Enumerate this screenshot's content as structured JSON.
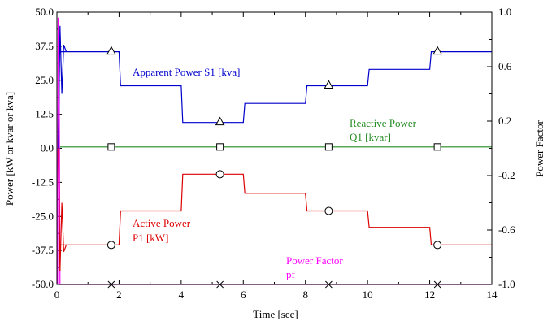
{
  "chart_data": {
    "type": "line",
    "xlabel": "Time [sec]",
    "ylabel_left": "Power [kW or kvar or kva]",
    "ylabel_right": "Power Factor",
    "xlim": [
      0,
      14
    ],
    "ylim_left": [
      -50,
      50
    ],
    "ylim_right": [
      -1,
      1
    ],
    "x_ticks": [
      "0",
      "2",
      "4",
      "6",
      "8",
      "10",
      "12",
      "14"
    ],
    "y_ticks_left": [
      "50.0",
      "37.5",
      "25.0",
      "12.5",
      "0.0",
      "-12.5",
      "-25.0",
      "-37.5",
      "-50.0"
    ],
    "y_ticks_right": [
      "1.0",
      "0.6",
      "0.2",
      "-0.2",
      "-0.6",
      "-1.0"
    ],
    "series": [
      {
        "name": "Apparent Power S1 [kva]",
        "axis": "left",
        "color": "#0000cc",
        "marker": "triangle",
        "x": [
          0.1,
          2,
          2.05,
          4,
          4.05,
          6,
          6.05,
          8,
          8.05,
          10,
          10.05,
          12,
          12.05,
          14
        ],
        "y": [
          35.5,
          35.5,
          23,
          23,
          9.5,
          9.5,
          16.5,
          16.5,
          23,
          23,
          29,
          29,
          35.5,
          35.5
        ],
        "marker_x": [
          1.75,
          5.25,
          8.75,
          12.25
        ]
      },
      {
        "name": "Reactive Power Q1 [kvar]",
        "axis": "left",
        "color": "#228b22",
        "marker": "square",
        "x": [
          0.1,
          14
        ],
        "y": [
          0.5,
          0.5
        ],
        "marker_x": [
          1.75,
          5.25,
          8.75,
          12.25
        ]
      },
      {
        "name": "Active Power P1 [kW]",
        "axis": "left",
        "color": "#dd0000",
        "marker": "circle",
        "x": [
          0.1,
          2,
          2.05,
          4,
          4.05,
          6,
          6.05,
          8,
          8.05,
          10,
          10.05,
          12,
          12.05,
          14
        ],
        "y": [
          -35.5,
          -35.5,
          -23,
          -23,
          -9.5,
          -9.5,
          -16.5,
          -16.5,
          -23,
          -23,
          -29,
          -29,
          -35.5,
          -35.5
        ],
        "marker_x": [
          1.75,
          5.25,
          8.75,
          12.25
        ]
      },
      {
        "name": "Power Factor pf",
        "axis": "right",
        "color": "#ff00ff",
        "marker": "x",
        "x": [
          0.05,
          14
        ],
        "y": [
          -1.0,
          -1.0
        ],
        "marker_x": [
          1.75,
          5.25,
          8.75,
          12.25
        ]
      }
    ],
    "annotations": [
      {
        "text": "Apparent Power  S1 [kva]",
        "color": "#0000cc"
      },
      {
        "text": "Reactive Power",
        "color": "#228b22"
      },
      {
        "text": "Q1 [kvar]",
        "color": "#228b22"
      },
      {
        "text": "Active Power",
        "color": "#dd0000"
      },
      {
        "text": "P1 [kW]",
        "color": "#dd0000"
      },
      {
        "text": "Power Factor",
        "color": "#ff00ff"
      },
      {
        "text": "pf",
        "color": "#ff00ff"
      }
    ],
    "grid": false
  }
}
